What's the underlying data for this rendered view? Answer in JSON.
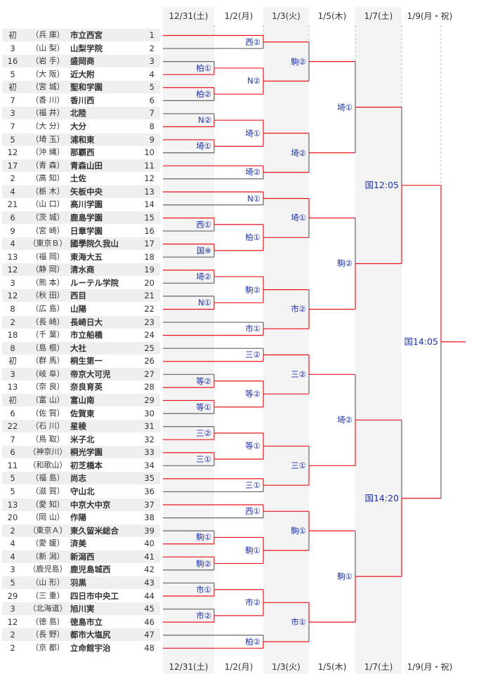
{
  "colors": {
    "won": "#e8141c",
    "lost": "#666666",
    "label": "#1a2fa8",
    "shade": "#f3f3f3"
  },
  "days": [
    "12/31(土)",
    "1/2(月)",
    "1/3(火)",
    "1/5(木)",
    "1/7(土)",
    "1/9(月・祝)"
  ],
  "teams": [
    {
      "seed": "初",
      "pref": "兵 庫",
      "name": "市立西宮",
      "no": "1"
    },
    {
      "seed": "3",
      "pref": "山 梨",
      "name": "山梨学院",
      "no": "2"
    },
    {
      "seed": "16",
      "pref": "岩 手",
      "name": "盛岡商",
      "no": "3"
    },
    {
      "seed": "5",
      "pref": "大 阪",
      "name": "近大附",
      "no": "4"
    },
    {
      "seed": "初",
      "pref": "宮 城",
      "name": "聖和学園",
      "no": "5"
    },
    {
      "seed": "7",
      "pref": "香 川",
      "name": "香川西",
      "no": "6"
    },
    {
      "seed": "3",
      "pref": "福 井",
      "name": "北陸",
      "no": "7"
    },
    {
      "seed": "7",
      "pref": "大 分",
      "name": "大分",
      "no": "8"
    },
    {
      "seed": "5",
      "pref": "埼 玉",
      "name": "浦和東",
      "no": "9"
    },
    {
      "seed": "12",
      "pref": "沖 縄",
      "name": "那覇西",
      "no": "10"
    },
    {
      "seed": "17",
      "pref": "青 森",
      "name": "青森山田",
      "no": "11"
    },
    {
      "seed": "2",
      "pref": "高 知",
      "name": "土佐",
      "no": "12"
    },
    {
      "seed": "4",
      "pref": "栃 木",
      "name": "矢板中央",
      "no": "13"
    },
    {
      "seed": "21",
      "pref": "山 口",
      "name": "高川学園",
      "no": "14"
    },
    {
      "seed": "6",
      "pref": "茨 城",
      "name": "鹿島学園",
      "no": "15"
    },
    {
      "seed": "9",
      "pref": "宮 崎",
      "name": "日章学園",
      "no": "16"
    },
    {
      "seed": "4",
      "pref": "東京Ｂ",
      "name": "國學院久我山",
      "no": "17"
    },
    {
      "seed": "13",
      "pref": "福 岡",
      "name": "東海大五",
      "no": "18"
    },
    {
      "seed": "12",
      "pref": "静 岡",
      "name": "清水商",
      "no": "19"
    },
    {
      "seed": "3",
      "pref": "熊 本",
      "name": "ルーテル学院",
      "no": "20"
    },
    {
      "seed": "12",
      "pref": "秋 田",
      "name": "西目",
      "no": "21"
    },
    {
      "seed": "8",
      "pref": "広 島",
      "name": "山陽",
      "no": "22"
    },
    {
      "seed": "2",
      "pref": "長 崎",
      "name": "長崎日大",
      "no": "23"
    },
    {
      "seed": "18",
      "pref": "千 葉",
      "name": "市立船橋",
      "no": "24"
    },
    {
      "seed": "8",
      "pref": "島 根",
      "name": "大社",
      "no": "25"
    },
    {
      "seed": "初",
      "pref": "群 馬",
      "name": "桐生第一",
      "no": "26"
    },
    {
      "seed": "3",
      "pref": "岐 阜",
      "name": "帝京大可児",
      "no": "27"
    },
    {
      "seed": "13",
      "pref": "奈 良",
      "name": "奈良育英",
      "no": "28"
    },
    {
      "seed": "初",
      "pref": "富 山",
      "name": "富山南",
      "no": "29"
    },
    {
      "seed": "6",
      "pref": "佐 賀",
      "name": "佐賀東",
      "no": "30"
    },
    {
      "seed": "22",
      "pref": "石 川",
      "name": "星稜",
      "no": "31"
    },
    {
      "seed": "7",
      "pref": "鳥 取",
      "name": "米子北",
      "no": "32"
    },
    {
      "seed": "6",
      "pref": "神奈川",
      "name": "桐光学園",
      "no": "33"
    },
    {
      "seed": "11",
      "pref": "和歌山",
      "name": "初芝橋本",
      "no": "34"
    },
    {
      "seed": "5",
      "pref": "福 島",
      "name": "尚志",
      "no": "35"
    },
    {
      "seed": "5",
      "pref": "滋 賀",
      "name": "守山北",
      "no": "36"
    },
    {
      "seed": "13",
      "pref": "愛 知",
      "name": "中京大中京",
      "no": "37"
    },
    {
      "seed": "20",
      "pref": "岡 山",
      "name": "作陽",
      "no": "38"
    },
    {
      "seed": "2",
      "pref": "東京Ａ",
      "name": "東久留米総合",
      "no": "39"
    },
    {
      "seed": "4",
      "pref": "愛 媛",
      "name": "済美",
      "no": "40"
    },
    {
      "seed": "4",
      "pref": "新 潟",
      "name": "新潟西",
      "no": "41"
    },
    {
      "seed": "3",
      "pref": "鹿児島",
      "name": "鹿児島城西",
      "no": "42"
    },
    {
      "seed": "5",
      "pref": "山 形",
      "name": "羽黒",
      "no": "43"
    },
    {
      "seed": "29",
      "pref": "三 重",
      "name": "四日市中央工",
      "no": "44"
    },
    {
      "seed": "3",
      "pref": "北海道",
      "name": "旭川実",
      "no": "45"
    },
    {
      "seed": "12",
      "pref": "徳 島",
      "name": "徳島市立",
      "no": "46"
    },
    {
      "seed": "2",
      "pref": "長 野",
      "name": "都市大塩尻",
      "no": "47"
    },
    {
      "seed": "2",
      "pref": "京 都",
      "name": "立命館宇治",
      "no": "48"
    }
  ],
  "matches": [
    {
      "id": "a1",
      "day": 0,
      "top": "t3",
      "bot": "t4",
      "label": "柏①",
      "lines": "ggrr"
    },
    {
      "id": "a2",
      "day": 0,
      "top": "t5",
      "bot": "t6",
      "label": "柏②",
      "lines": "rrgg"
    },
    {
      "id": "a3",
      "day": 0,
      "top": "t7",
      "bot": "t8",
      "label": "N②",
      "lines": "ggrr"
    },
    {
      "id": "a4",
      "day": 0,
      "top": "t9",
      "bot": "t10",
      "label": "埼①",
      "lines": "rrgg"
    },
    {
      "id": "a5",
      "day": 0,
      "top": "t15",
      "bot": "t16",
      "label": "西①",
      "lines": "rrgg"
    },
    {
      "id": "a6",
      "day": 0,
      "top": "t17",
      "bot": "t18",
      "label": "国※",
      "lines": "rrgg"
    },
    {
      "id": "a7",
      "day": 0,
      "top": "t19",
      "bot": "t20",
      "label": "埼②",
      "lines": "rrgg"
    },
    {
      "id": "a8",
      "day": 0,
      "top": "t21",
      "bot": "t22",
      "label": "N①",
      "lines": "ggrr"
    },
    {
      "id": "a9",
      "day": 0,
      "top": "t27",
      "bot": "t28",
      "label": "等②",
      "lines": "ggrr"
    },
    {
      "id": "a10",
      "day": 0,
      "top": "t29",
      "bot": "t30",
      "label": "等①",
      "lines": "rrgg"
    },
    {
      "id": "a11",
      "day": 0,
      "top": "t31",
      "bot": "t32",
      "label": "三②",
      "lines": "ggrr"
    },
    {
      "id": "a12",
      "day": 0,
      "top": "t33",
      "bot": "t34",
      "label": "三①",
      "lines": "rrgg"
    },
    {
      "id": "a13",
      "day": 0,
      "top": "t39",
      "bot": "t40",
      "label": "駒①",
      "lines": "ggrr"
    },
    {
      "id": "a14",
      "day": 0,
      "top": "t41",
      "bot": "t42",
      "label": "駒②",
      "lines": "rrgg"
    },
    {
      "id": "a15",
      "day": 0,
      "top": "t43",
      "bot": "t44",
      "label": "市①",
      "lines": "ggrr"
    },
    {
      "id": "a16",
      "day": 0,
      "top": "t45",
      "bot": "t46",
      "label": "市②",
      "lines": "ggrr"
    },
    {
      "id": "b1",
      "day": 1,
      "top": "t1",
      "bot": "t2",
      "label": "西②",
      "lines": "rrgg"
    },
    {
      "id": "b2",
      "day": 1,
      "top": "a1",
      "bot": "a2",
      "label": "N②",
      "lines": "rrrr"
    },
    {
      "id": "b3",
      "day": 1,
      "top": "a3",
      "bot": "a4",
      "label": "埼①",
      "lines": "rrrr"
    },
    {
      "id": "b4",
      "day": 1,
      "top": "t11",
      "bot": "t12",
      "label": "埼②",
      "lines": "rrgg"
    },
    {
      "id": "b5",
      "day": 1,
      "top": "t13",
      "bot": "t14",
      "label": "N①",
      "lines": "rrgg"
    },
    {
      "id": "b6",
      "day": 1,
      "top": "a5",
      "bot": "a6",
      "label": "柏①",
      "lines": "rrrr"
    },
    {
      "id": "b7",
      "day": 1,
      "top": "a7",
      "bot": "a8",
      "label": "駒②",
      "lines": "rrrr"
    },
    {
      "id": "b8",
      "day": 1,
      "top": "t23",
      "bot": "t24",
      "label": "市①",
      "lines": "ggrr"
    },
    {
      "id": "b9",
      "day": 1,
      "top": "t25",
      "bot": "t26",
      "label": "三②",
      "lines": "ggrr"
    },
    {
      "id": "b10",
      "day": 1,
      "top": "a9",
      "bot": "a10",
      "label": "等②",
      "lines": "rrrr"
    },
    {
      "id": "b11",
      "day": 1,
      "top": "a11",
      "bot": "a12",
      "label": "等①",
      "lines": "rrrr"
    },
    {
      "id": "b12",
      "day": 1,
      "top": "t35",
      "bot": "t36",
      "label": "三①",
      "lines": "rrgg"
    },
    {
      "id": "b13",
      "day": 1,
      "top": "t37",
      "bot": "t38",
      "label": "西①",
      "lines": "rrgg"
    },
    {
      "id": "b14",
      "day": 1,
      "top": "a13",
      "bot": "a14",
      "label": "駒①",
      "lines": "rrrr"
    },
    {
      "id": "b15",
      "day": 1,
      "top": "a15",
      "bot": "a16",
      "label": "市②",
      "lines": "rrrr"
    },
    {
      "id": "b16",
      "day": 1,
      "top": "t47",
      "bot": "t48",
      "label": "柏②",
      "lines": "ggrr"
    },
    {
      "id": "c1",
      "day": 2,
      "top": "b1",
      "bot": "b2",
      "label": "駒②",
      "lines": "rggr"
    },
    {
      "id": "c2",
      "day": 2,
      "top": "b3",
      "bot": "b4",
      "label": "埼②",
      "lines": "rggr"
    },
    {
      "id": "c3",
      "day": 2,
      "top": "b5",
      "bot": "b6",
      "label": "埼①",
      "lines": "rrgr"
    },
    {
      "id": "c4",
      "day": 2,
      "top": "b7",
      "bot": "b8",
      "label": "市②",
      "lines": "rgrr"
    },
    {
      "id": "c5",
      "day": 2,
      "top": "b9",
      "bot": "b10",
      "label": "三②",
      "lines": "rrgr"
    },
    {
      "id": "c6",
      "day": 2,
      "top": "b11",
      "bot": "b12",
      "label": "三①",
      "lines": "rgrr"
    },
    {
      "id": "c7",
      "day": 2,
      "top": "b13",
      "bot": "b14",
      "label": "駒①",
      "lines": "rrgr"
    },
    {
      "id": "c8",
      "day": 2,
      "top": "b15",
      "bot": "b16",
      "label": "市①",
      "lines": "rrgr"
    },
    {
      "id": "d1",
      "day": 3,
      "top": "c1",
      "bot": "c2",
      "label": "埼①",
      "lines": "rggr"
    },
    {
      "id": "d2",
      "day": 3,
      "top": "c3",
      "bot": "c4",
      "label": "駒②",
      "lines": "rgrr"
    },
    {
      "id": "d3",
      "day": 3,
      "top": "c5",
      "bot": "c6",
      "label": "埼②",
      "lines": "rgrr"
    },
    {
      "id": "d4",
      "day": 3,
      "top": "c7",
      "bot": "c8",
      "label": "駒①",
      "lines": "rgrr"
    },
    {
      "id": "e1",
      "day": 4,
      "top": "d1",
      "bot": "d2",
      "label": "国12:05",
      "lines": "rgrr"
    },
    {
      "id": "e2",
      "day": 4,
      "top": "d3",
      "bot": "d4",
      "label": "国14:20",
      "lines": "rgrr"
    },
    {
      "id": "f1",
      "day": 5,
      "top": "e1",
      "bot": "e2",
      "label": "国14:05",
      "lines": "rrgr"
    }
  ]
}
